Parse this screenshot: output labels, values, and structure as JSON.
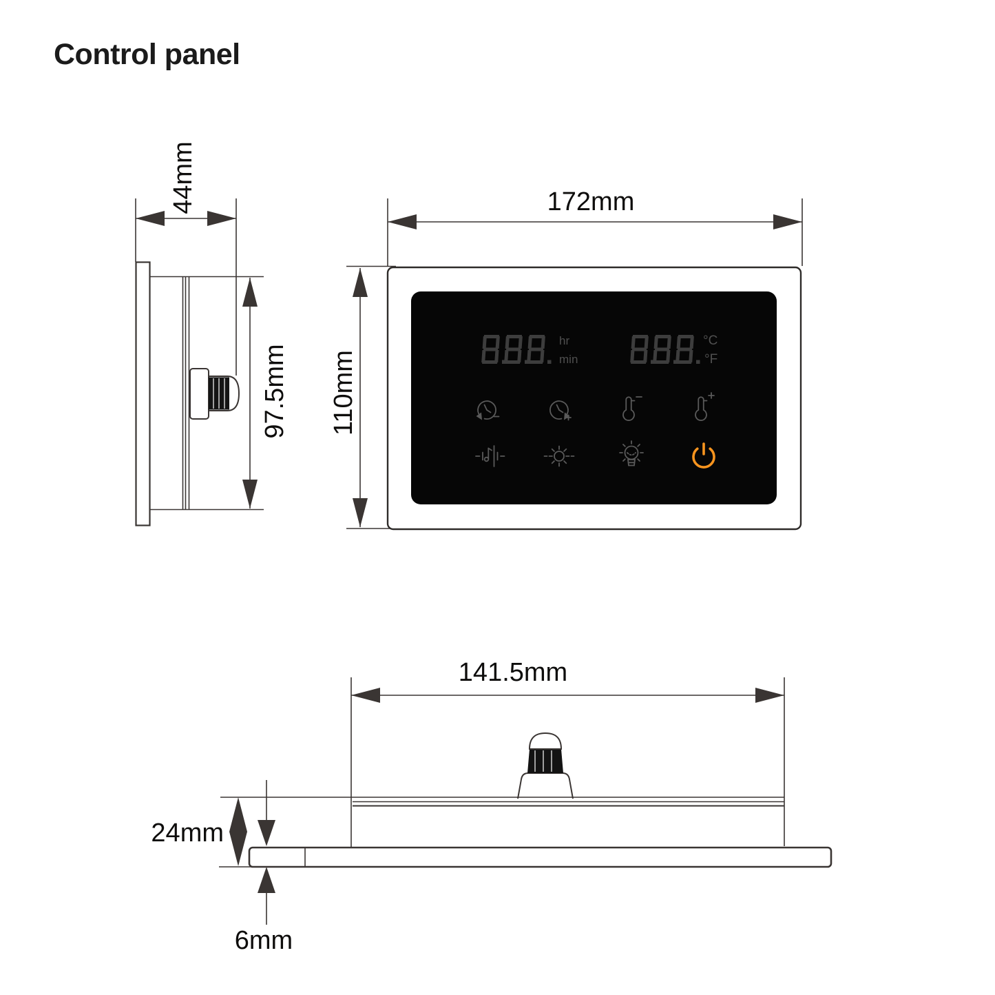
{
  "title": "Control panel",
  "colors": {
    "line": "#3a3533",
    "text": "#0e0d0c",
    "screen": "#060606",
    "segment": "#3d3d3d",
    "display_label": "#4f4f4f",
    "icon": "#5a5a5a",
    "accent_power": "#F7941E"
  },
  "views": {
    "side": {
      "width_dim": "44mm",
      "height_dim": "97.5mm"
    },
    "front": {
      "width_dim": "172mm",
      "height_dim": "110mm",
      "display_left": {
        "digits": "8.8.8.",
        "label_top": "hr",
        "label_bottom": "min"
      },
      "display_right": {
        "digits": "8.8.8.",
        "label_top": "°C",
        "label_bottom": "°F"
      },
      "touch_buttons": [
        {
          "name": "timer-decrease",
          "icon": "clock-arrow-minus-icon"
        },
        {
          "name": "timer-increase",
          "icon": "clock-arrow-plus-icon"
        },
        {
          "name": "temp-decrease",
          "icon": "thermometer-minus-icon"
        },
        {
          "name": "temp-increase",
          "icon": "thermometer-plus-icon"
        },
        {
          "name": "ionizer-sound",
          "icon": "note-bars-icon"
        },
        {
          "name": "brightness",
          "icon": "sun-icon"
        },
        {
          "name": "lamp",
          "icon": "bulb-rays-icon"
        },
        {
          "name": "power",
          "icon": "power-icon",
          "color": "#F7941E"
        }
      ]
    },
    "bottom": {
      "width_dim": "141.5mm",
      "depth_dim": "24mm",
      "plate_dim": "6mm"
    }
  }
}
